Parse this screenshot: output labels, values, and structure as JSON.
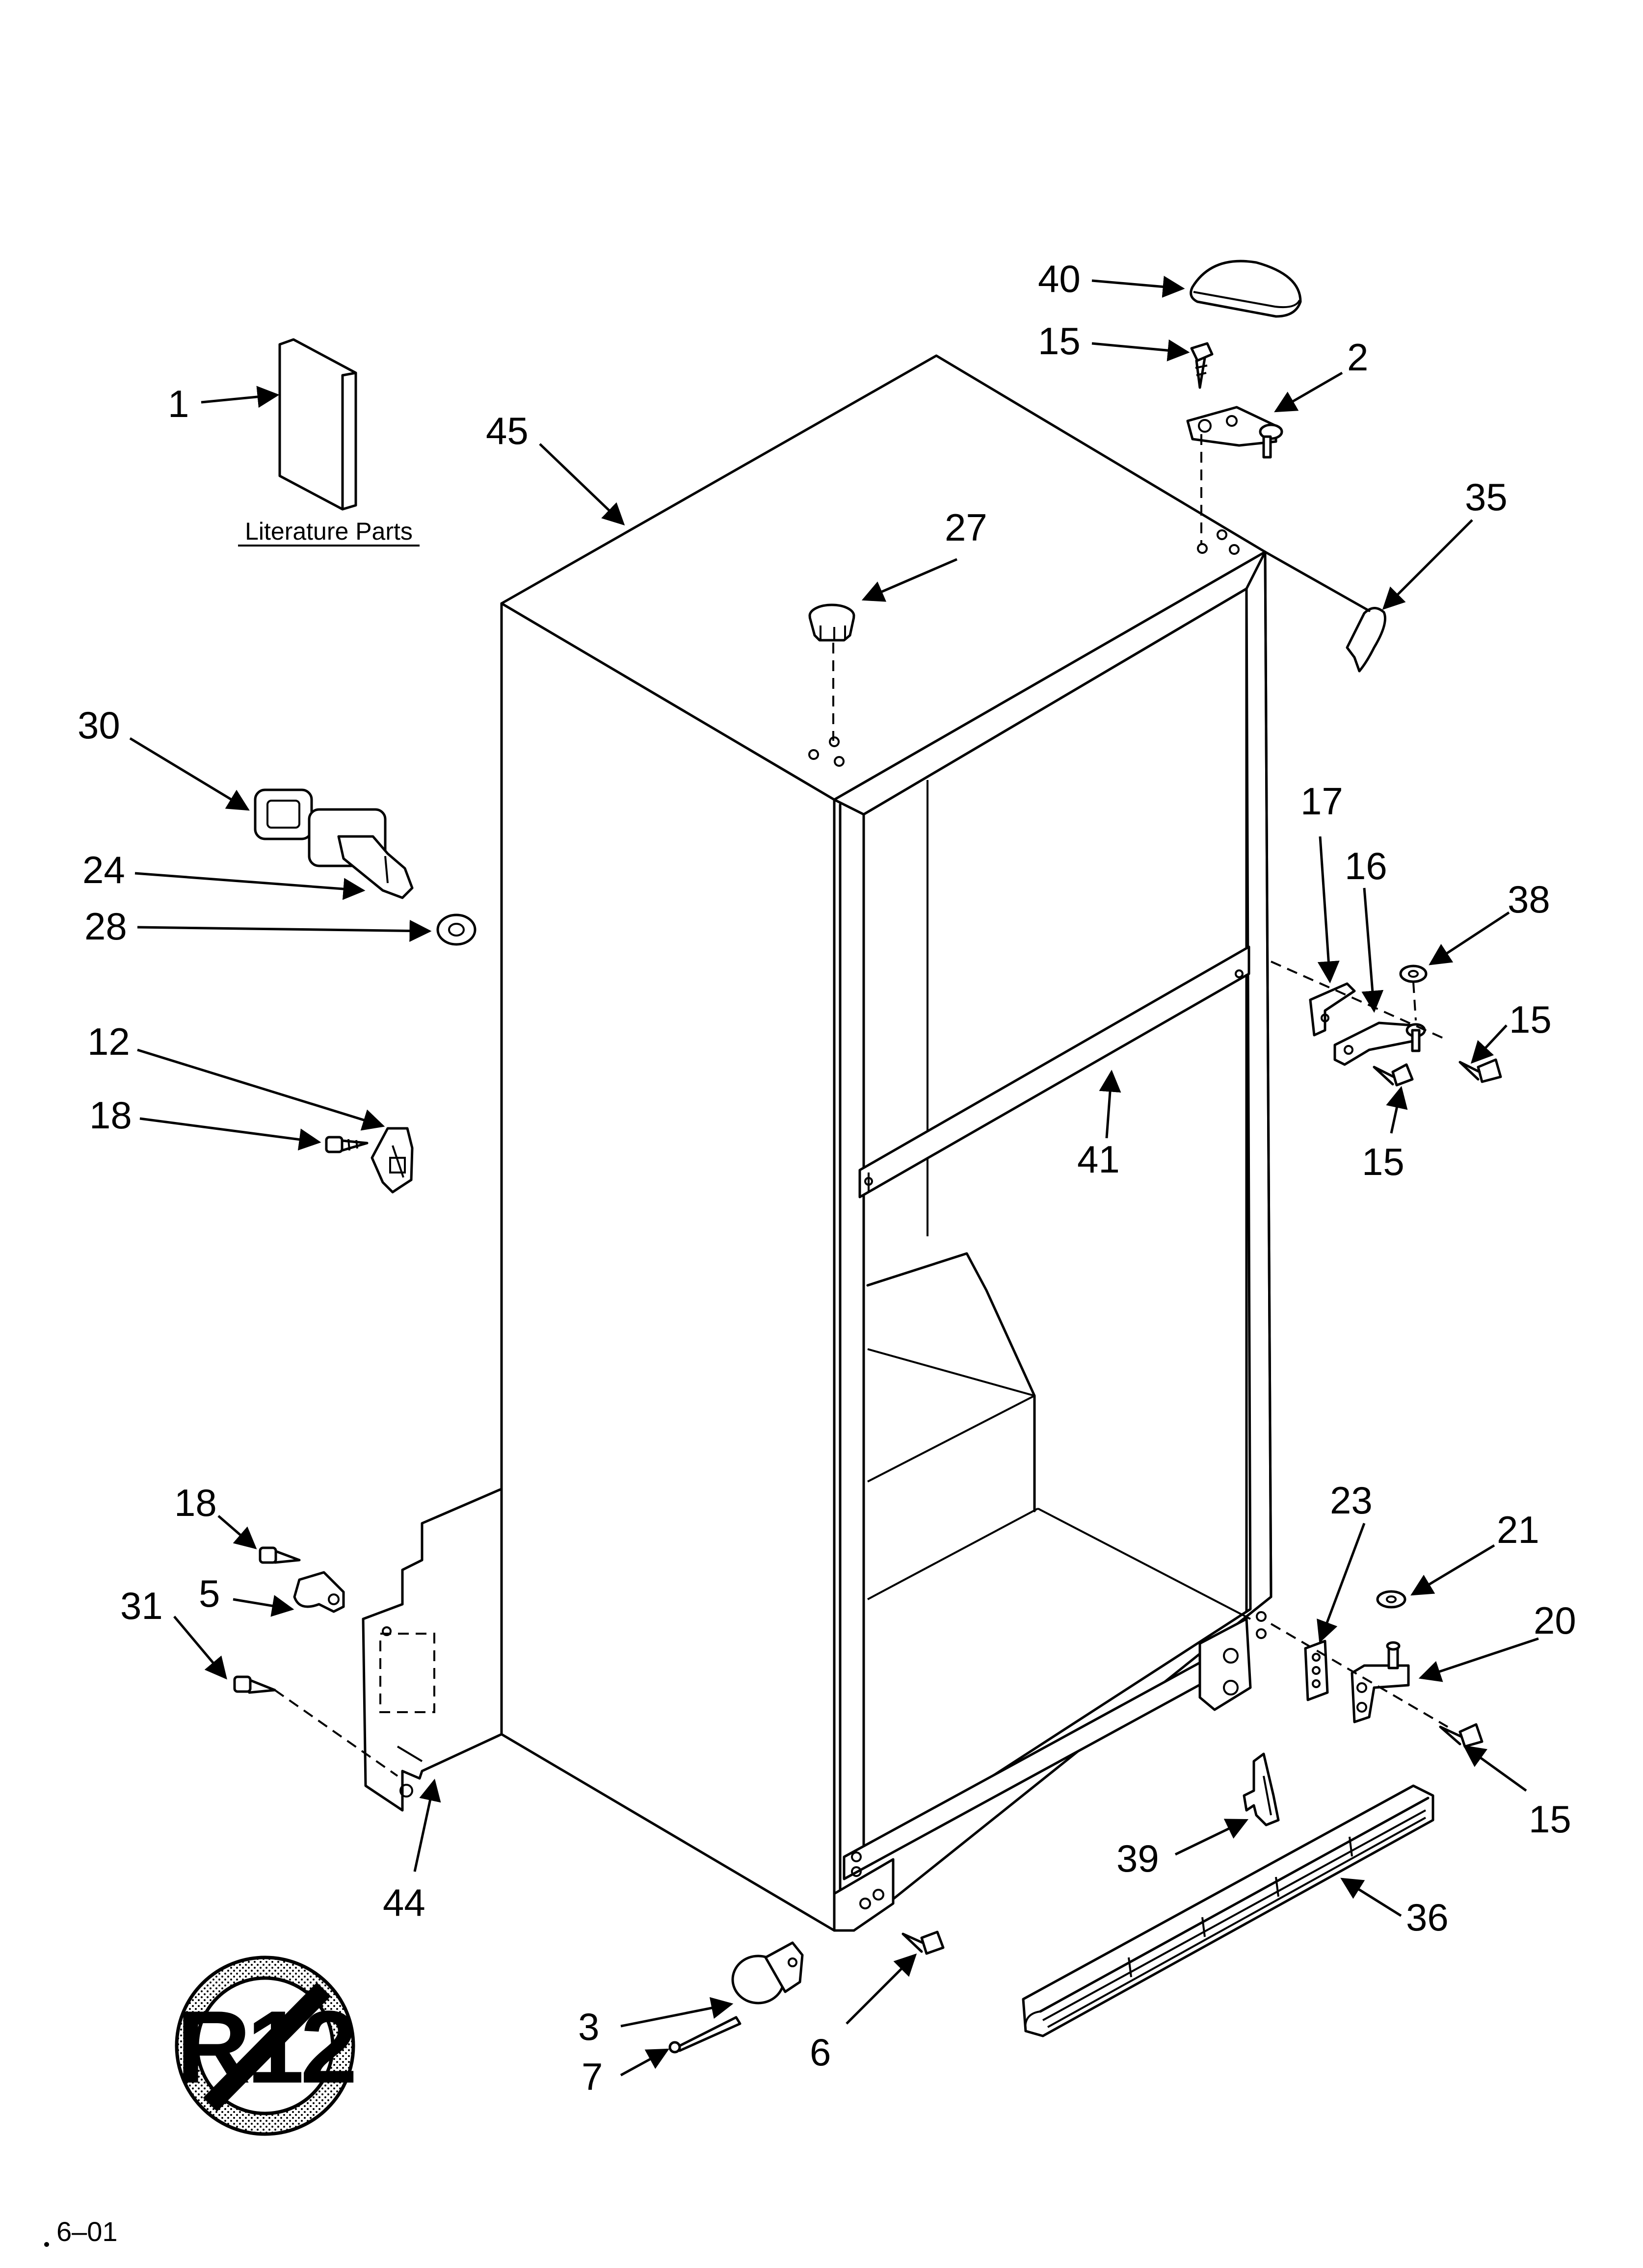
{
  "literature_label": "Literature Parts",
  "revision": "6–01",
  "no_r12_text": "R12",
  "callouts": {
    "c1": "1",
    "c2": "2",
    "c3": "3",
    "c5": "5",
    "c6": "6",
    "c7": "7",
    "c12": "12",
    "c15a": "15",
    "c15b": "15",
    "c15c": "15",
    "c15d": "15",
    "c16": "16",
    "c17": "17",
    "c18a": "18",
    "c18b": "18",
    "c20": "20",
    "c21": "21",
    "c23": "23",
    "c24": "24",
    "c27": "27",
    "c28": "28",
    "c30": "30",
    "c31": "31",
    "c35": "35",
    "c36": "36",
    "c38": "38",
    "c39": "39",
    "c40": "40",
    "c41": "41",
    "c44": "44",
    "c45": "45"
  }
}
